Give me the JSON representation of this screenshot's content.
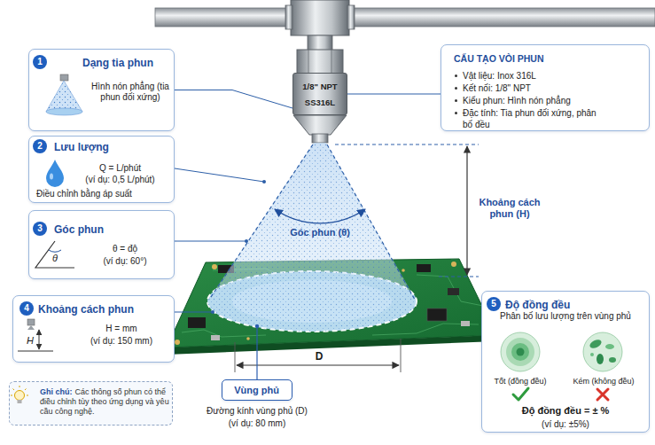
{
  "diagram": {
    "nodes": [
      {
        "text": [
          "Dạng tia phun",
          "Hình nón phẳng (tia phun đối xứng)"
        ]
      },
      {
        "text": [
          "1/8\" NPT",
          "SS316L"
        ]
      },
      {
        "text": [
          "CẤU TẠO VÒI PHUN",
          "Vật liệu: Inox 316L",
          "Kết nối: 1/8\" NPT",
          "Kiểu phun: Hình nón phẳng",
          "Đặc tính: Tia phun đối xứng, phân bố đều"
        ]
      },
      {
        "text": [
          "Lưu lượng",
          "Q = L/phút",
          "(ví dụ: 0,5 L/phút)",
          "Điều chỉnh bằng áp suất"
        ]
      },
      {
        "text": [
          "Góc phun",
          "θ = độ",
          "(ví dụ: 60°)"
        ]
      },
      {
        "text": [
          "Khoảng cách phun",
          "H = mm",
          "(ví dụ: 150 mm)"
        ]
      },
      {
        "text": [
          "Độ đồng đều",
          "Phân bố lưu lượng trên vùng phủ",
          "Tốt (đồng đều)",
          "Kém (không đều)",
          "Độ đồng đều = ± %",
          "(ví dụ: ±5%)"
        ]
      },
      {
        "text": [
          "Vùng phủ"
        ]
      },
      {
        "text": [
          "Ghi chú:",
          "Các thông số phun có thể điều chỉnh tùy theo ứng dụng và yêu cầu công nghệ."
        ]
      }
    ],
    "edges": [
      {
        "from": 0,
        "to": 1,
        "arrow": "none"
      },
      {
        "from": 2,
        "to": 1,
        "arrow": "none"
      }
    ],
    "labels": [
      "1",
      "2",
      "3",
      "4",
      "5",
      "θ",
      "H",
      "Góc phun (θ)",
      "Khoảng cách phun (H)",
      "D",
      "Đường kính vùng phủ (D)",
      "(ví dụ: 80 mm)"
    ]
  }
}
